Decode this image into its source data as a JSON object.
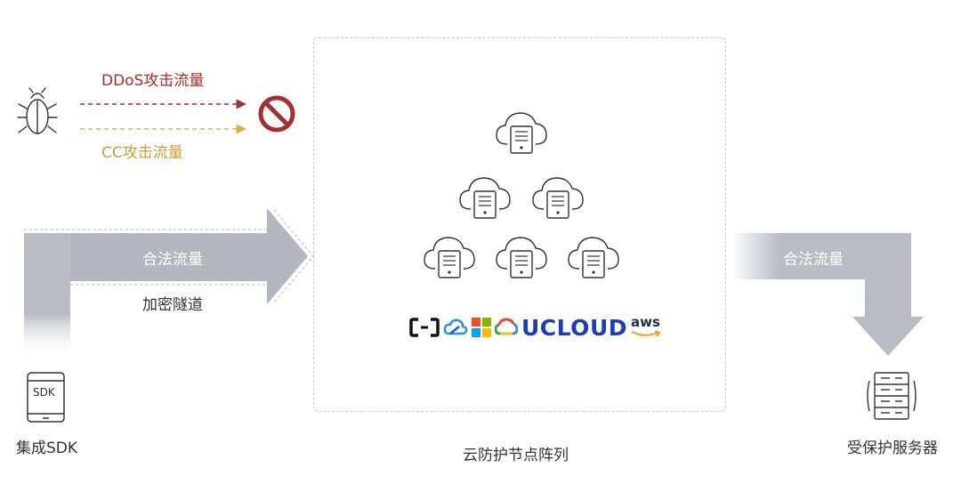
{
  "attack": {
    "ddos_label": "DDoS攻击流量",
    "cc_label": "CC攻击流量",
    "colors": {
      "ddos": "#a2302c",
      "cc": "#d8b24a",
      "block": "#a2302c"
    }
  },
  "ingress": {
    "legit_label": "合法流量",
    "tunnel_label": "加密隧道",
    "sdk_device_text": "SDK",
    "sdk_caption": "集成SDK"
  },
  "node_array": {
    "caption": "云防护节点阵列",
    "cloud_logos": [
      "alibaba-cloud-logo",
      "tencent-cloud-logo",
      "microsoft-logo",
      "google-cloud-logo",
      "ucloud-logo",
      "aws-logo"
    ],
    "ucloud_text": "UCLOUD",
    "aws_text": "aws"
  },
  "egress": {
    "legit_label": "合法流量",
    "server_caption": "受保护服务器"
  }
}
